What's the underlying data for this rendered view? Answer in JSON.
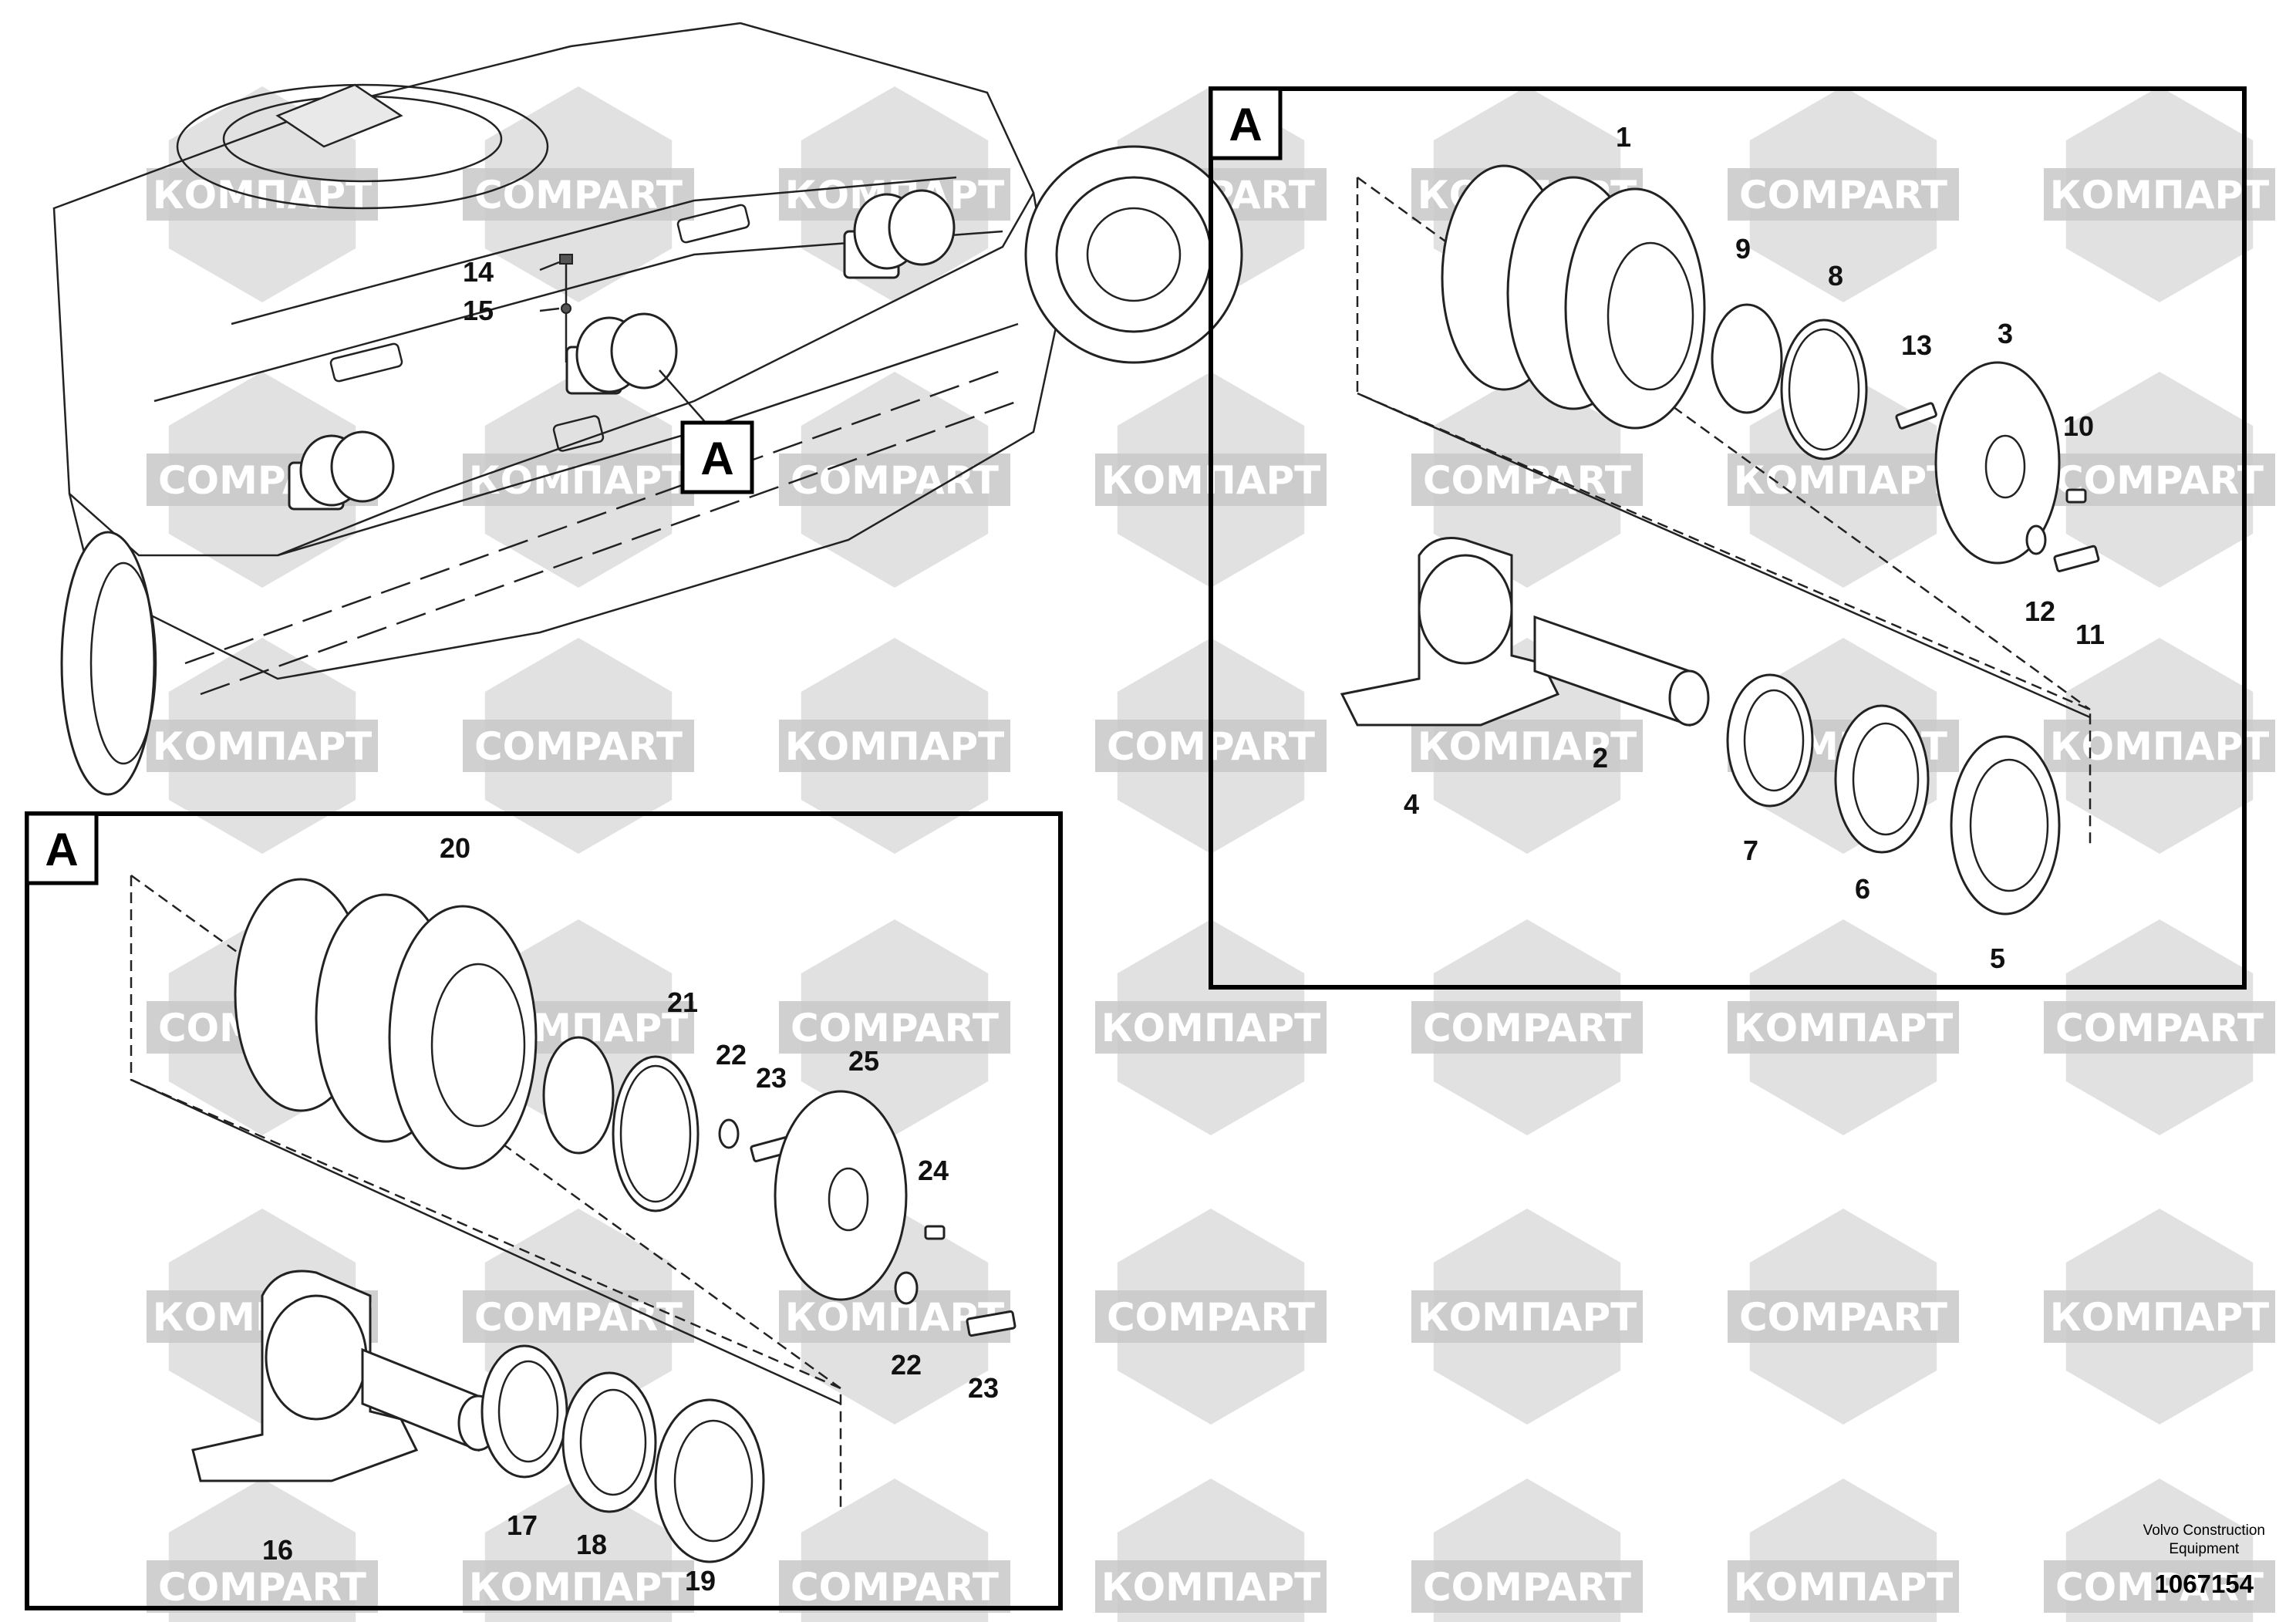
{
  "watermark": {
    "cyrillic": "КОМПАРТ",
    "latin": "COMPART",
    "color": "#c8c8c8"
  },
  "view_tag": "A",
  "overview_callouts": [
    "14",
    "15"
  ],
  "detail_top_callouts": [
    "1",
    "2",
    "3",
    "4",
    "5",
    "6",
    "7",
    "8",
    "9",
    "10",
    "11",
    "12",
    "13"
  ],
  "detail_bottom_callouts": [
    "20",
    "21",
    "22",
    "23",
    "25",
    "24",
    "22",
    "23",
    "16",
    "17",
    "18",
    "19"
  ],
  "footer": {
    "brand_line1": "Volvo Construction",
    "brand_line2": "Equipment",
    "doc_number": "1067154"
  }
}
